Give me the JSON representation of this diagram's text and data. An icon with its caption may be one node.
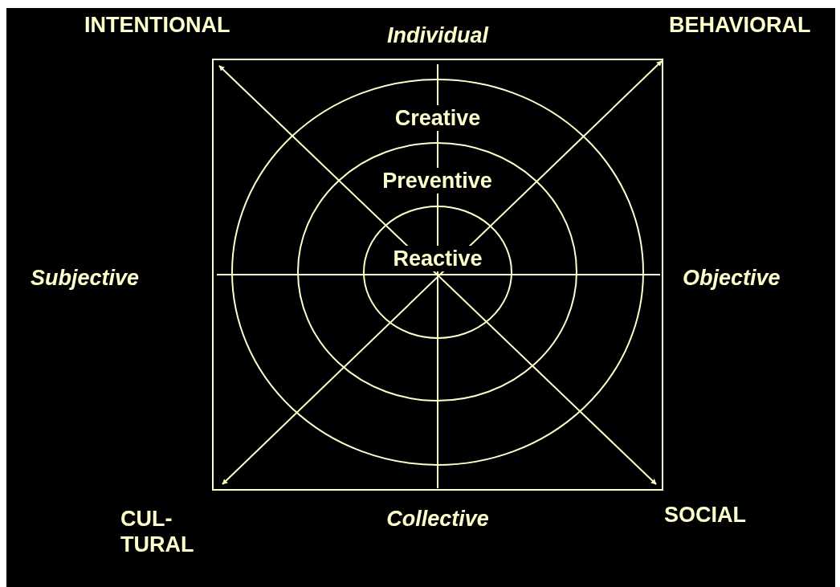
{
  "diagram": {
    "nodes": [
      {
        "text": [
          "Creative"
        ]
      },
      {
        "text": [
          "Preventive"
        ],
        "in": 0
      },
      {
        "text": [
          "Reactive"
        ],
        "in": 1
      }
    ],
    "labels": [
      "INTENTIONAL",
      "Individual",
      "BEHAVIORAL",
      "Subjective",
      "Objective",
      "CUL- TURAL",
      "Collective",
      "SOCIAL"
    ]
  }
}
